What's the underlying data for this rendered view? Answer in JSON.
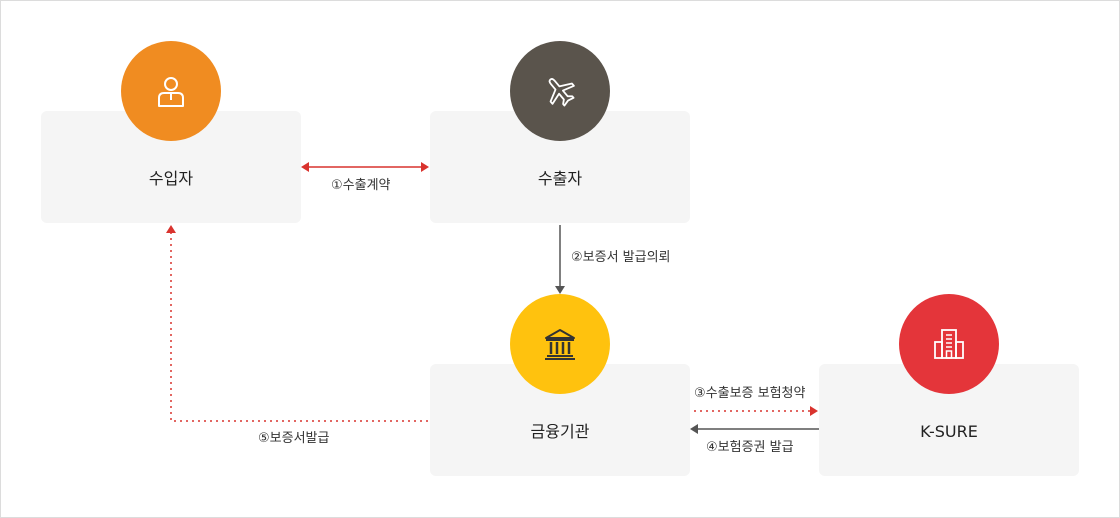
{
  "nodes": {
    "importer": {
      "label": "수입자",
      "icon": "person-icon",
      "color": "#F08C21"
    },
    "exporter": {
      "label": "수출자",
      "icon": "airplane-icon",
      "color": "#5A544C"
    },
    "bank": {
      "label": "금융기관",
      "icon": "bank-building-icon",
      "color": "#FFC20E"
    },
    "ksure": {
      "label": "K-SURE",
      "icon": "office-building-icon",
      "color": "#E4353A"
    }
  },
  "edges": {
    "export_contract": "①수출계약",
    "guarantee_request": "②보증서 발급의뢰",
    "insurance_application": "③수출보증 보험청약",
    "policy_issuance": "④보험증권 발급",
    "guarantee_issuance": "⑤보증서발급"
  },
  "colors": {
    "accent_red": "#D9332E",
    "arrow_gray": "#555555",
    "box_bg": "#F5F5F5"
  }
}
